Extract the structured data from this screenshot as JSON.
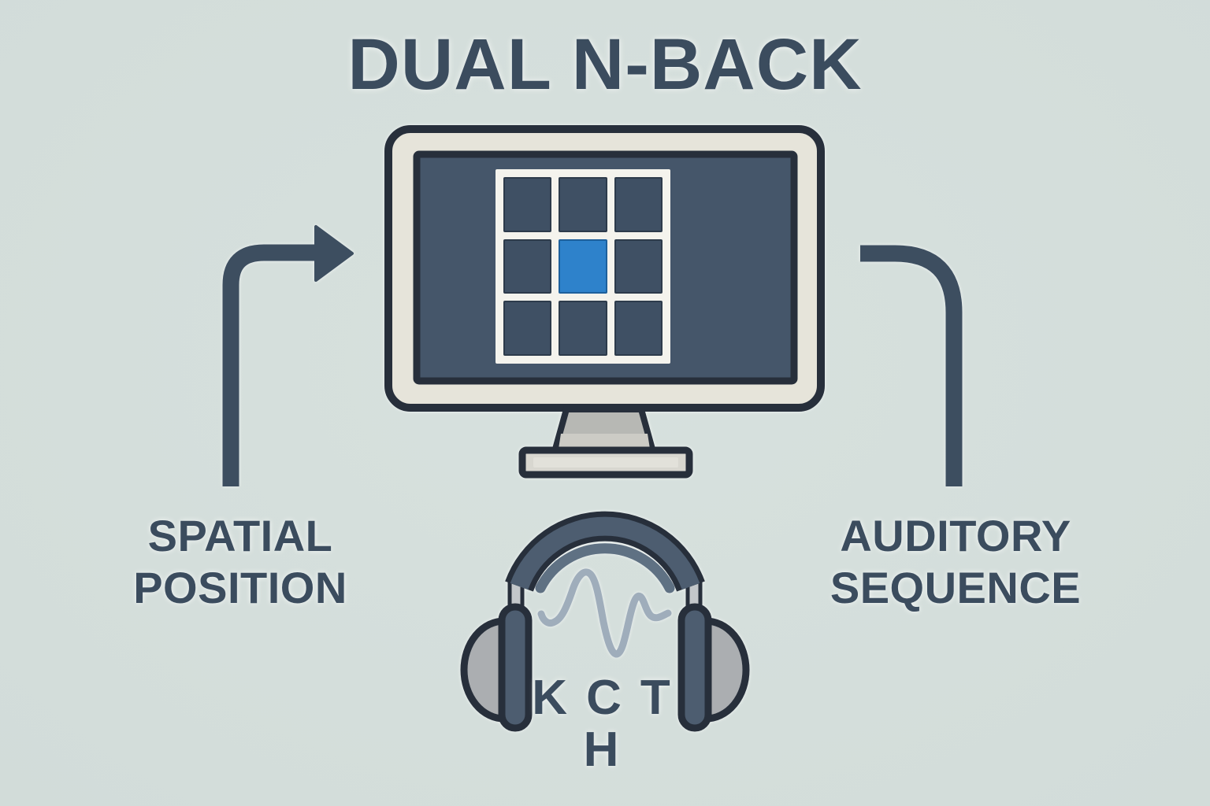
{
  "title": "DUAL N-BACK",
  "labels": {
    "left": {
      "line1": "SPATIAL",
      "line2": "POSITION"
    },
    "right": {
      "line1": "AUDITORY",
      "line2": "SEQUENCE"
    }
  },
  "monitor_grid": {
    "rows": 3,
    "cols": 3,
    "highlight": {
      "row": 1,
      "col": 1
    }
  },
  "audio": {
    "letters": [
      "K",
      "C",
      "T"
    ],
    "letter_below": "H"
  },
  "colors": {
    "background": "#d4deda",
    "ink": "#3b4c5e",
    "outline": "#272f3b",
    "bezel": "#e6e4da",
    "screen": "#45566a",
    "grid_frame": "#f4f3ed",
    "grid_cell": "#3f5064",
    "highlight": "#2e82cb",
    "stand": "#b7b8b4",
    "stand_light": "#cccbc5",
    "stand_base": "#d8d7d0",
    "band": "#4d5d70",
    "band_highlight": "#5f7183",
    "ear_cup": "#abaeb1",
    "waveform": "#9fadbb"
  },
  "icons": {
    "monitor": "monitor-icon",
    "headphones": "headphones-icon",
    "waveform": "waveform-icon",
    "left_arrow": "curved-arrow-icon",
    "right_connector": "curved-line-icon"
  }
}
